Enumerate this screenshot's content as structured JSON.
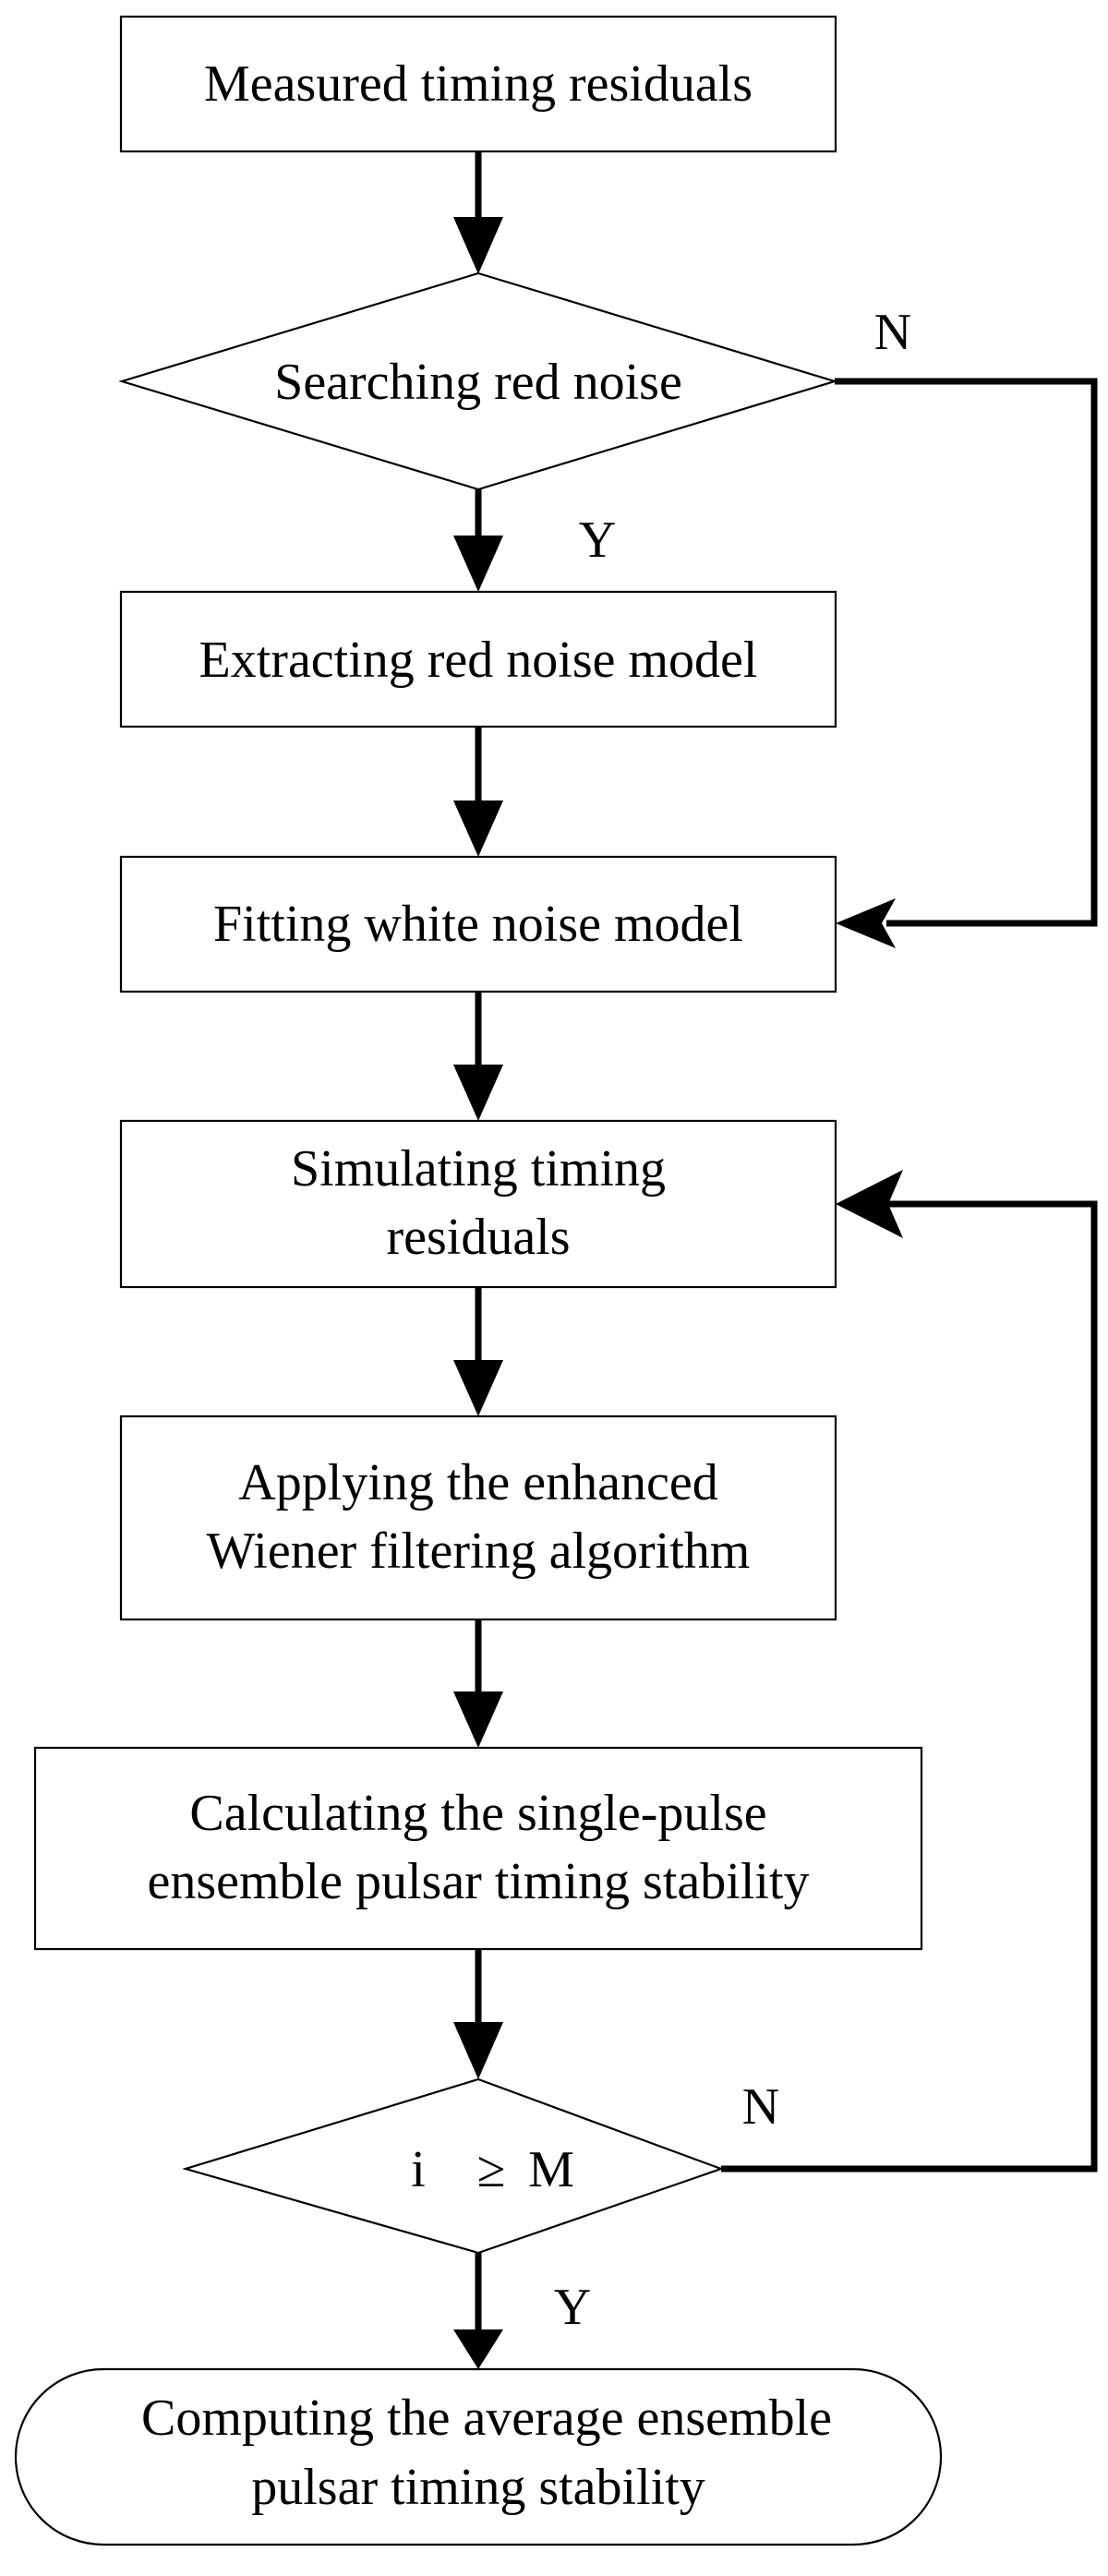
{
  "nodes": {
    "measured": {
      "lines": [
        "Measured timing residuals"
      ]
    },
    "search_red": {
      "lines": [
        "Searching red noise"
      ]
    },
    "extract_red": {
      "lines": [
        "Extracting red noise model"
      ]
    },
    "fit_white": {
      "lines": [
        "Fitting white noise model"
      ]
    },
    "simulate": {
      "lines": [
        "Simulating timing",
        "residuals"
      ]
    },
    "apply_wiener": {
      "lines": [
        "Applying the enhanced",
        "Wiener filtering algorithm"
      ]
    },
    "calc_single": {
      "lines": [
        "Calculating the single-pulse",
        "ensemble pulsar timing stability"
      ]
    },
    "check_i": {
      "var": "i",
      "op": "≥",
      "limit": "M"
    },
    "compute_avg": {
      "lines": [
        "Computing the average ensemble",
        "pulsar timing stability"
      ]
    }
  },
  "edges": {
    "search_no": "N",
    "search_yes": "Y",
    "check_no": "N",
    "check_yes": "Y"
  }
}
